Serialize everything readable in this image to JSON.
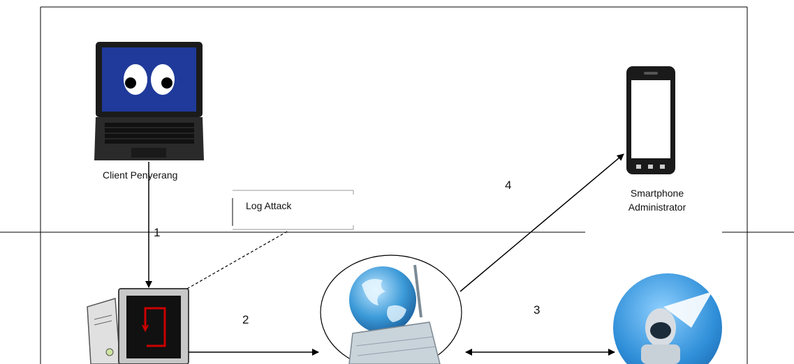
{
  "nodes": {
    "client": {
      "label": "Client Penyerang",
      "icon": "laptop-eyes-icon"
    },
    "smartphone": {
      "line1": "Smartphone",
      "line2": "Administrator",
      "icon": "smartphone-icon"
    },
    "server": {
      "icon": "server-computer-icon"
    },
    "router": {
      "icon": "wireless-router-globe-icon"
    },
    "bot": {
      "icon": "telegram-bot-icon"
    },
    "log": {
      "label": "Log Attack"
    }
  },
  "edges": {
    "e1": "1",
    "e2": "2",
    "e3": "3",
    "e4": "4"
  },
  "colors": {
    "line": "#000000",
    "laptop_screen": "#1f3a9a",
    "server_symbol": "#cc0000",
    "globe": "#2a7fc0",
    "bot": "#2f8fd8"
  }
}
